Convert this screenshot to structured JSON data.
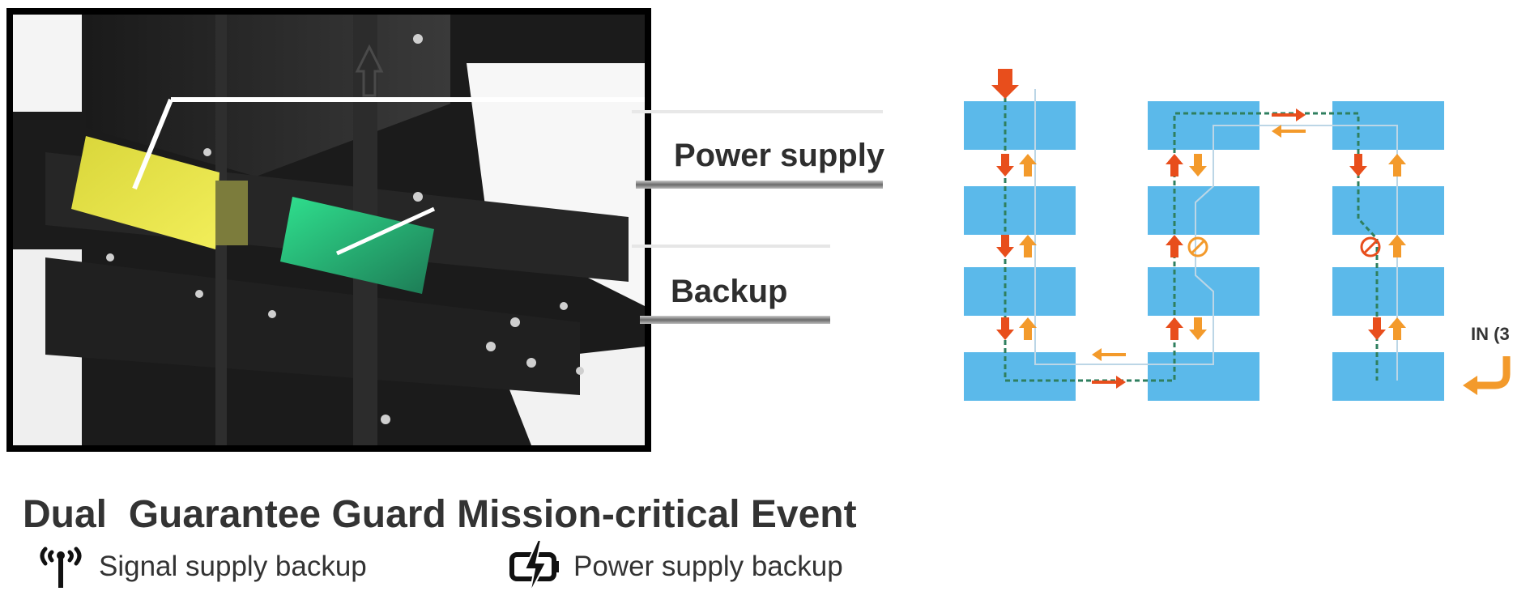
{
  "callouts": {
    "power_supply": "Power supply",
    "backup": "Backup"
  },
  "diagram": {
    "input_label": "IN (3",
    "colors": {
      "module": "#5bb9ea",
      "signal_down": "#e84e1c",
      "signal_up": "#f39a2b",
      "path": "#2f7f5f"
    }
  },
  "title": "Dual  Guarantee Guard Mission-critical Event",
  "features": [
    {
      "icon": "antenna-icon",
      "label": "Signal supply backup"
    },
    {
      "icon": "power-bolt-icon",
      "label": "Power supply backup"
    }
  ]
}
